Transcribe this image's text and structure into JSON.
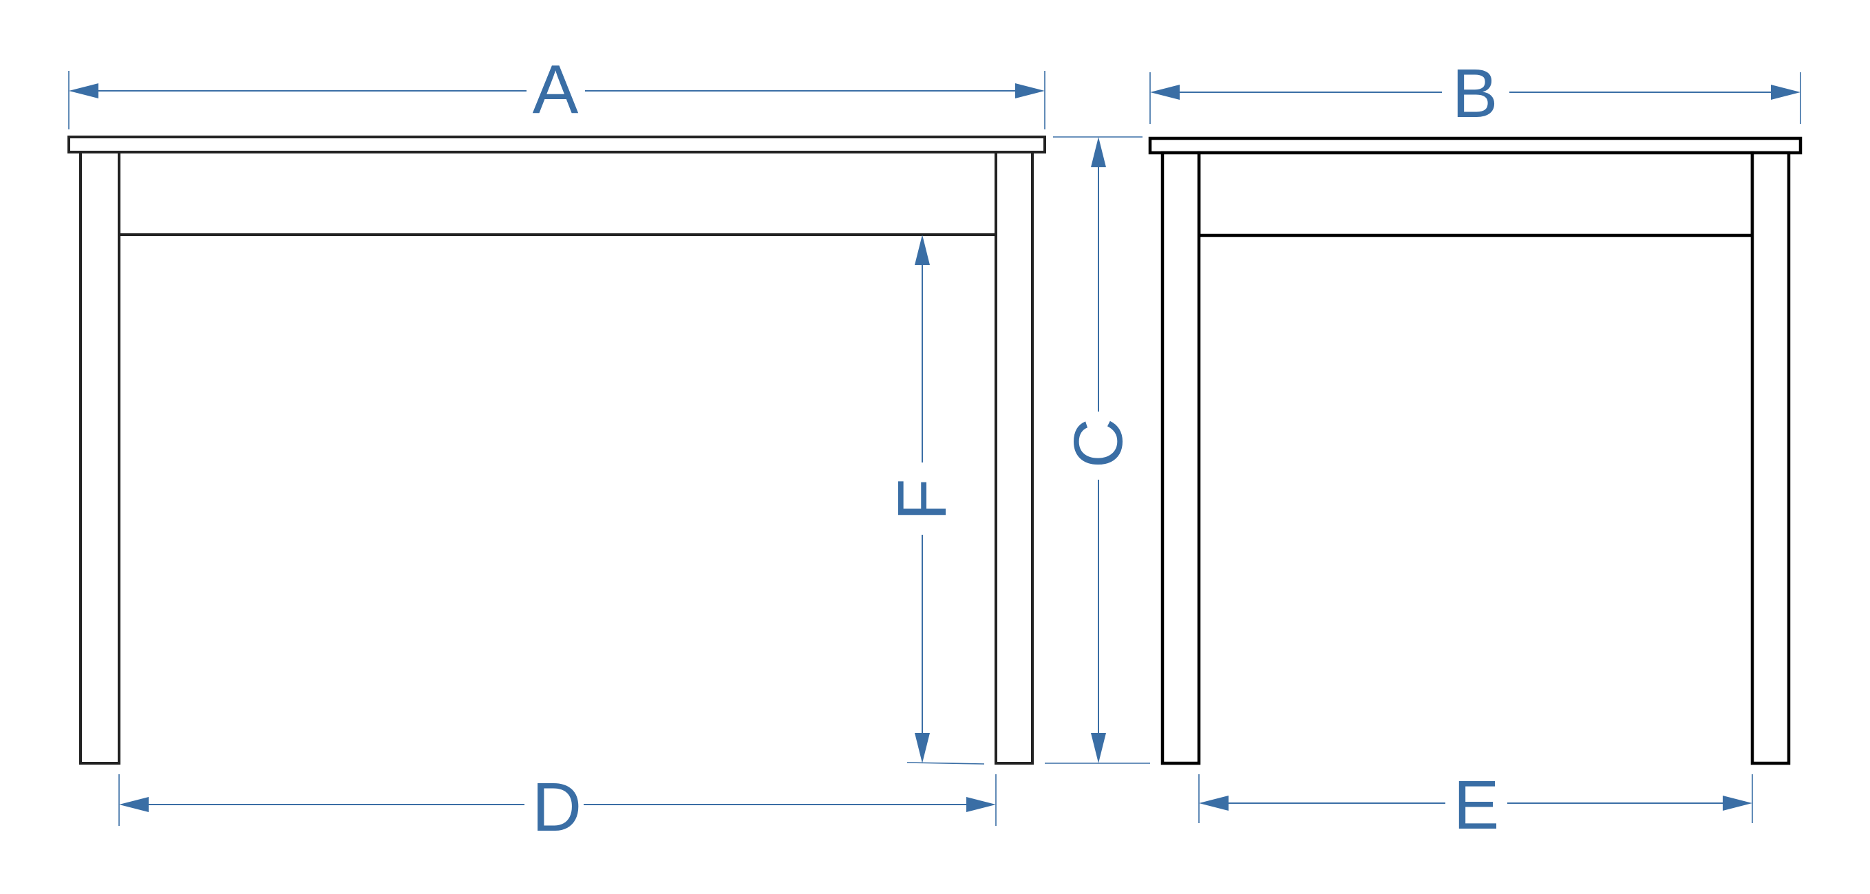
{
  "colors": {
    "dimension": "#3a6ea5",
    "outline": "#222222",
    "background": "#ffffff"
  },
  "dimensions": {
    "a": "A",
    "b": "B",
    "c": "C",
    "d": "D",
    "e": "E",
    "f": "F"
  }
}
